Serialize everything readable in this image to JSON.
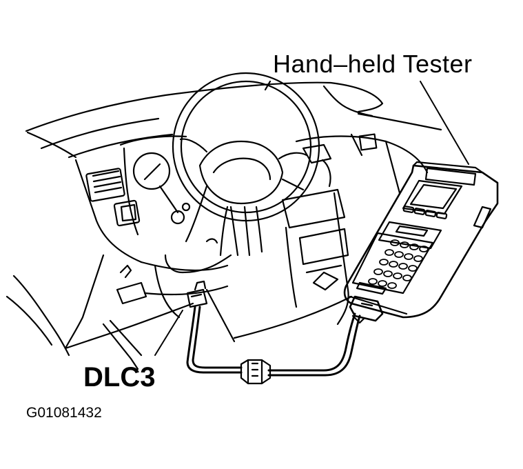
{
  "labels": {
    "tester": "Hand–held Tester",
    "dlc": "DLC3",
    "figure_code": "G01081432"
  },
  "colors": {
    "ink": "#000000",
    "paper": "#ffffff"
  }
}
